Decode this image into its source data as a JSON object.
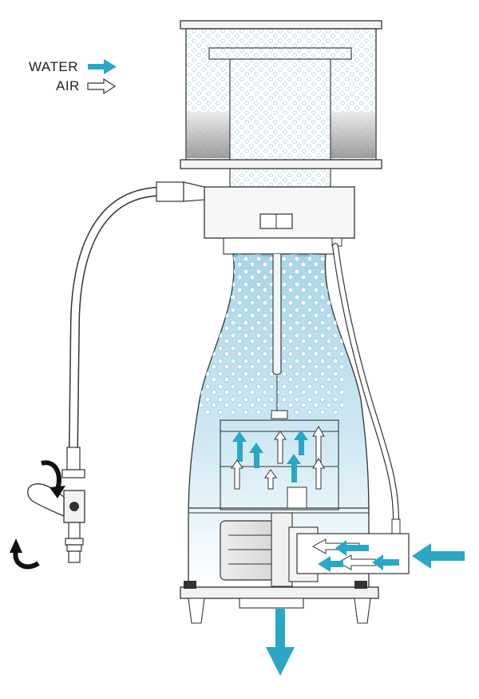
{
  "legend": {
    "water_label": "WATER",
    "air_label": "AIR"
  },
  "colors": {
    "water_arrow": "#2aa7c4",
    "air_arrow_stroke": "#333333",
    "water_fill_top": "#b5dcec",
    "water_fill_bottom": "#ffffff",
    "outline": "#333333",
    "bubble_stroke": "#8fc4da",
    "foam_gray": "#9a9a9a"
  },
  "icons": [
    "water-flow-arrow",
    "air-flow-arrow",
    "rotate-arrow"
  ]
}
